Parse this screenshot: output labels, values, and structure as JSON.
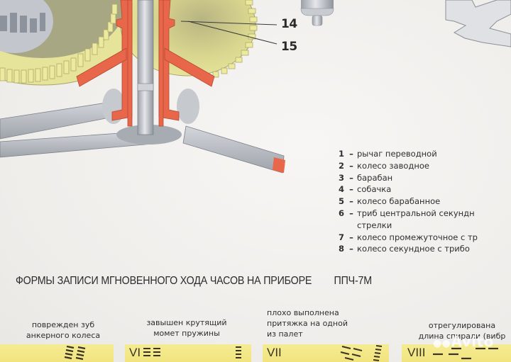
{
  "illustration": {
    "description": "Cutaway drawing of watch winding mechanism: yellow toothed wheel, red cross-section of barrel arbor on central steel shaft, grey lever arms",
    "colors": {
      "gear_yellow": "#e6e39a",
      "gear_shadow": "#b9b57a",
      "section_red": "#e8664a",
      "steel_grey": "#b8bcc2",
      "steel_dark": "#8f939a",
      "paper": "#f3f1ee"
    },
    "callouts": [
      {
        "label": "14"
      },
      {
        "label": "15"
      }
    ]
  },
  "legend": {
    "items": [
      {
        "num": "1",
        "sep": "–",
        "text": "рычаг переводной"
      },
      {
        "num": "2",
        "sep": "–",
        "text": "колесо заводное"
      },
      {
        "num": "3",
        "sep": "–",
        "text": "барабан"
      },
      {
        "num": "4",
        "sep": "–",
        "text": "собачка"
      },
      {
        "num": "5",
        "sep": "–",
        "text": "колесо барабанное"
      },
      {
        "num": "6",
        "sep": "–",
        "text": "триб центральной секундн",
        "continuation": "стрелки"
      },
      {
        "num": "7",
        "sep": "–",
        "text": "колесо промежуточное с тр"
      },
      {
        "num": "8",
        "sep": "–",
        "text": "колесо секундное с трибо"
      }
    ]
  },
  "records_section": {
    "title": "ФОРМЫ ЗАПИСИ МГНОВЕННОГО ХОДА ЧАСОВ НА ПРИБОРЕ",
    "device_model": "ППЧ-7М",
    "strip_color": "#f3e888",
    "records": [
      {
        "numeral": "",
        "caption_lines": [
          "поврежден зуб",
          "анкерного колеса"
        ]
      },
      {
        "numeral": "VI",
        "caption_lines": [
          "завышен крутящий",
          "момет пружины"
        ]
      },
      {
        "numeral": "VII",
        "caption_lines": [
          "плохо выполнена",
          "притяжка на одной",
          "из палет"
        ]
      },
      {
        "numeral": "VIII",
        "caption_lines": [
          "отрегулирована",
          "длина спирали (вибр"
        ]
      }
    ]
  },
  "watermark": {
    "text": "Avito"
  }
}
